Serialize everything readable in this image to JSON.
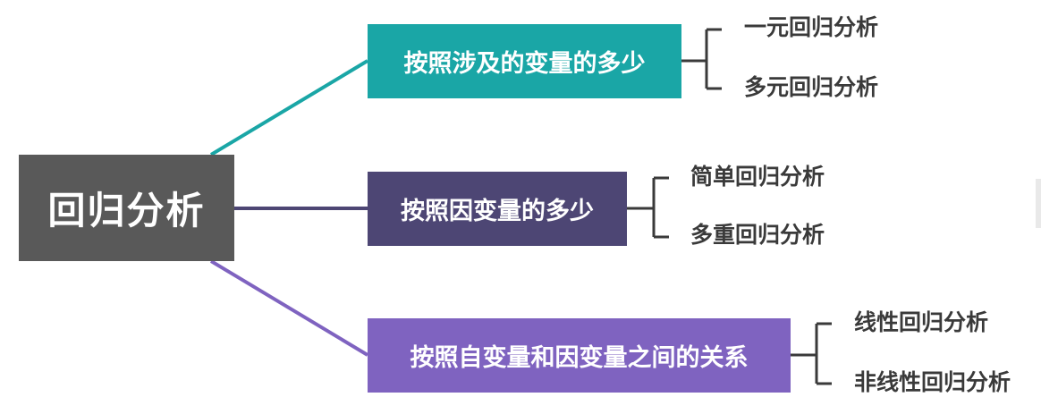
{
  "diagram": {
    "root": {
      "label": "回归分析",
      "color": "#595959"
    },
    "branches": [
      {
        "label": "按照涉及的变量的多少",
        "color": "#1aa6a6",
        "line_color": "#1aa6a6",
        "leaves": [
          "一元回归分析",
          "多元回归分析"
        ]
      },
      {
        "label": "按照因变量的多少",
        "color": "#4d4674",
        "line_color": "#4d4674",
        "leaves": [
          "简单回归分析",
          "多重回归分析"
        ]
      },
      {
        "label": "按照自变量和因变量之间的关系",
        "color": "#7f63c0",
        "line_color": "#7f63c0",
        "leaves": [
          "线性回归分析",
          "非线性回归分析"
        ]
      }
    ],
    "bracket_color": "#3a3a3a"
  }
}
